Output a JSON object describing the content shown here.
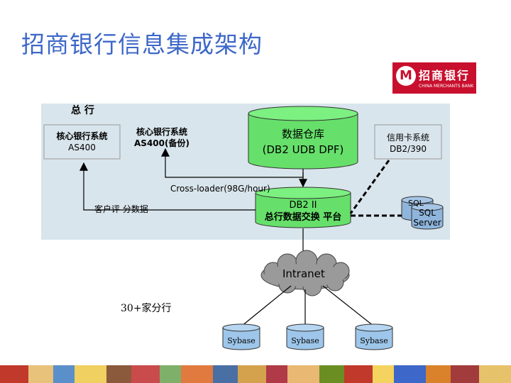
{
  "title": "招商银行信息集成架构",
  "logo": {
    "mark": "M",
    "name_cn": "招商银行",
    "name_en": "CHINA MERCHANTS BANK"
  },
  "hq": {
    "label": "总 行",
    "core_system": {
      "line1": "核心银行系统",
      "line2": "AS400"
    },
    "core_backup": {
      "line1": "核心银行系统",
      "line2": "AS400(备份)"
    },
    "data_warehouse": {
      "line1": "数据仓库",
      "line2": "(DB2 UDB DPF)"
    },
    "credit_card": {
      "line1": "信用卡系统",
      "line2": "DB2/390"
    },
    "loader_label": "Cross-loader(98G/hour)",
    "customer_score": "客户评 分数据",
    "exchange_platform": {
      "line1": "DB2 II",
      "line2": "总行数据交换 平台"
    },
    "sql_back": "SQL",
    "sql_front": {
      "line1": "SQL",
      "line2": "Server"
    }
  },
  "network": {
    "intranet": "Intranet",
    "branches_label": "30+家分行"
  },
  "branches": [
    "Sybase",
    "Sybase",
    "Sybase"
  ],
  "colors": {
    "title": "#3d67c8",
    "panel": "#d9e5ec",
    "db_green": "#66e06a",
    "sybase": "#9ec6ea",
    "sql": "#8fb5dc",
    "cloud": "#9a9a9a",
    "brand": "#c8102e"
  }
}
